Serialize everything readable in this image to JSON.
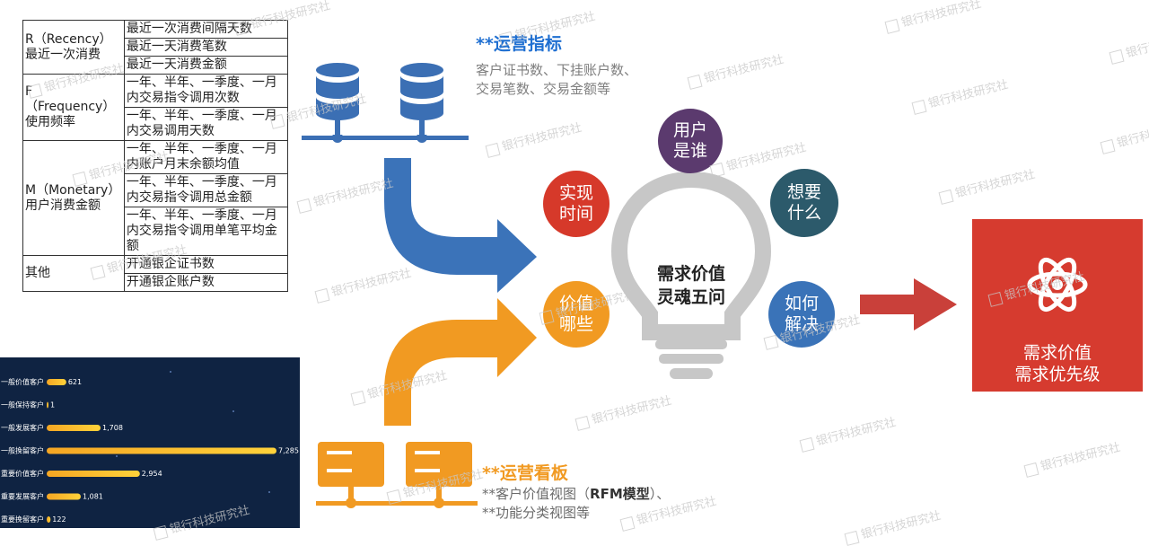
{
  "rfm_table": {
    "groups": [
      {
        "category": "R（Recency）\n最近一次消费",
        "metrics": [
          "最近一次消费间隔天数",
          "最近一天消费笔数",
          "最近一天消费金额"
        ]
      },
      {
        "category": "F（Frequency）\n使用频率",
        "metrics": [
          "一年、半年、一季度、一月内交易指令调用次数",
          "一年、半年、一季度、一月内交易调用天数"
        ]
      },
      {
        "category": "M（Monetary）\n用户消费金额",
        "metrics": [
          "一年、半年、一季度、一月内账户月末余额均值",
          "一年、半年、一季度、一月内交易指令调用总金额",
          "一年、半年、一季度、一月内交易指令调用单笔平均金额"
        ]
      },
      {
        "category": "其他",
        "metrics": [
          "开通银企证书数",
          "开通银企账户数"
        ]
      }
    ]
  },
  "chart_data": {
    "type": "bar",
    "orientation": "horizontal",
    "categories": [
      "一般价值客户",
      "一般保持客户",
      "一般发展客户",
      "一般挽留客户",
      "重要价值客户",
      "重要发展客户",
      "重要挽留客户"
    ],
    "values": [
      621,
      1,
      1708,
      7285,
      2954,
      1081,
      122
    ],
    "value_labels": [
      "621",
      "1",
      "1,708",
      "7,285",
      "2,954",
      "1,081",
      "122"
    ],
    "xlim": [
      0,
      7285
    ],
    "colors": {
      "bar_start": "#f5a623",
      "bar_end": "#ffd23a",
      "background": "#0f2342",
      "text": "#ffffff"
    }
  },
  "operations_metrics": {
    "heading": "**运营指标",
    "lines": [
      "客户证书数、下挂账户数、",
      "交易笔数、交易金额等"
    ],
    "color": "#1f6fd1"
  },
  "operations_dashboard": {
    "heading": "**运营看板",
    "line1_prefix": "**客户价值视图（",
    "line1_bold": "RFM模型",
    "line1_suffix": "）、",
    "line2": "**功能分类视图等",
    "color": "#f19a22"
  },
  "bulb": {
    "line1": "需求价值",
    "line2": "灵魂五问"
  },
  "questions": {
    "who": {
      "line1": "用户",
      "line2": "是谁",
      "color": "#5b3a6e"
    },
    "what": {
      "line1": "想要",
      "line2": "什么",
      "color": "#2c5a6b"
    },
    "when": {
      "line1": "实现",
      "line2": "时间",
      "color": "#d6392a"
    },
    "value": {
      "line1": "价值",
      "line2": "哪些",
      "color": "#f19a22"
    },
    "how": {
      "line1": "如何",
      "line2": "解决",
      "color": "#3a73b8"
    }
  },
  "priority": {
    "line1": "需求价值",
    "line2": "需求优先级",
    "color": "#d63b2f"
  },
  "icons": {
    "database": "database-icon",
    "server": "server-icon",
    "atom": "atom-icon",
    "bulb": "lightbulb-icon"
  },
  "watermark": "银行科技研究社"
}
